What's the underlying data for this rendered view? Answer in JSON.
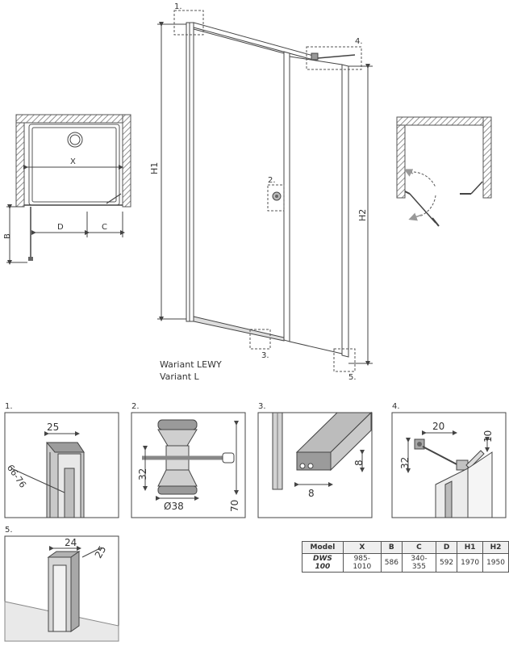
{
  "callouts": {
    "c1": "1.",
    "c2": "2.",
    "c3": "3.",
    "c4": "4.",
    "c5": "5."
  },
  "main_dims": {
    "h1": "H1",
    "h2": "H2",
    "x": "X",
    "b": "B",
    "d": "D",
    "c": "C"
  },
  "variant": {
    "line1": "Wariant LEWY",
    "line2": "Variant L"
  },
  "detail1": {
    "num": "1.",
    "dim_a": "25",
    "dim_b": "66-76"
  },
  "detail2": {
    "num": "2.",
    "dim_a": "32",
    "dim_b": "Ø38",
    "dim_c": "70"
  },
  "detail3": {
    "num": "3.",
    "dim_a": "8",
    "dim_b": "8"
  },
  "detail4": {
    "num": "4.",
    "dim_a": "20",
    "dim_b": "10",
    "dim_c": "32"
  },
  "detail5": {
    "num": "5.",
    "dim_a": "24",
    "dim_b": "25"
  },
  "table": {
    "headers": [
      "Model",
      "X",
      "B",
      "C",
      "D",
      "H1",
      "H2"
    ],
    "row": [
      "DWS 100",
      "985-1010",
      "586",
      "340-355",
      "592",
      "1970",
      "1950"
    ]
  },
  "colors": {
    "line": "#444444",
    "hatch": "#666666",
    "arrow": "#888888"
  }
}
